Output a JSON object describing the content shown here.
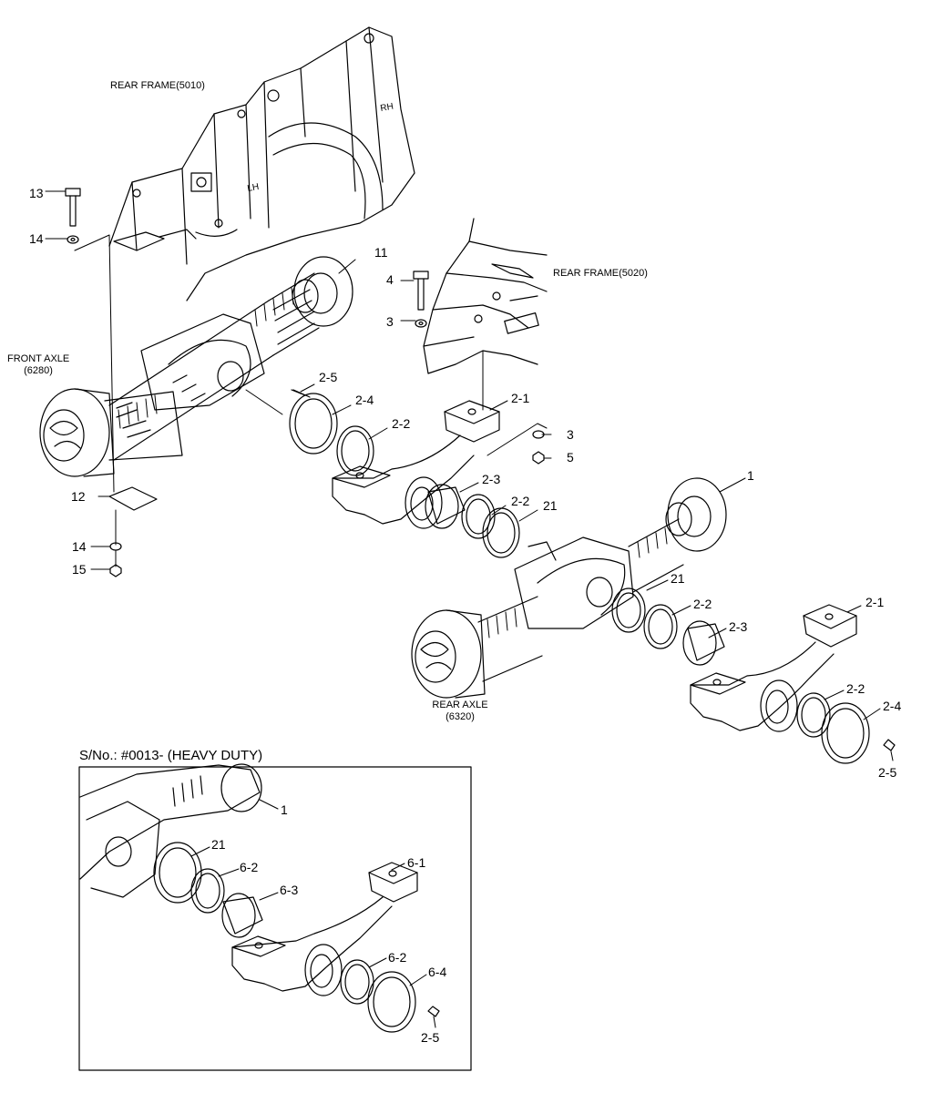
{
  "frames": {
    "rear_frame_5010": "REAR FRAME(5010)",
    "rear_frame_5020": "REAR FRAME(5020)",
    "lh_mark": "LH",
    "rh_mark": "RH"
  },
  "axles": {
    "front_axle_line1": "FRONT AXLE",
    "front_axle_line2": "(6280)",
    "rear_axle_line1": "REAR AXLE",
    "rear_axle_line2": "(6320)"
  },
  "callouts": {
    "c13": "13",
    "c14a": "14",
    "c11": "11",
    "c4": "4",
    "c3a": "3",
    "c2_5a": "2-5",
    "c2_4a": "2-4",
    "c2_1a": "2-1",
    "c2_2a": "2-2",
    "c3b": "3",
    "c5": "5",
    "c1a": "1",
    "c12": "12",
    "c2_3a": "2-3",
    "c2_2b": "2-2",
    "c21a": "21",
    "c14b": "14",
    "c15": "15",
    "c21b": "21",
    "c2_2c": "2-2",
    "c2_1b": "2-1",
    "c2_3b": "2-3",
    "c2_2d": "2-2",
    "c2_4b": "2-4",
    "c2_5b": "2-5"
  },
  "inset": {
    "title": "S/No.: #0013- (HEAVY DUTY)",
    "c1": "1",
    "c21": "21",
    "c6_2a": "6-2",
    "c6_1": "6-1",
    "c6_3": "6-3",
    "c6_2b": "6-2",
    "c6_4": "6-4",
    "c2_5": "2-5"
  }
}
